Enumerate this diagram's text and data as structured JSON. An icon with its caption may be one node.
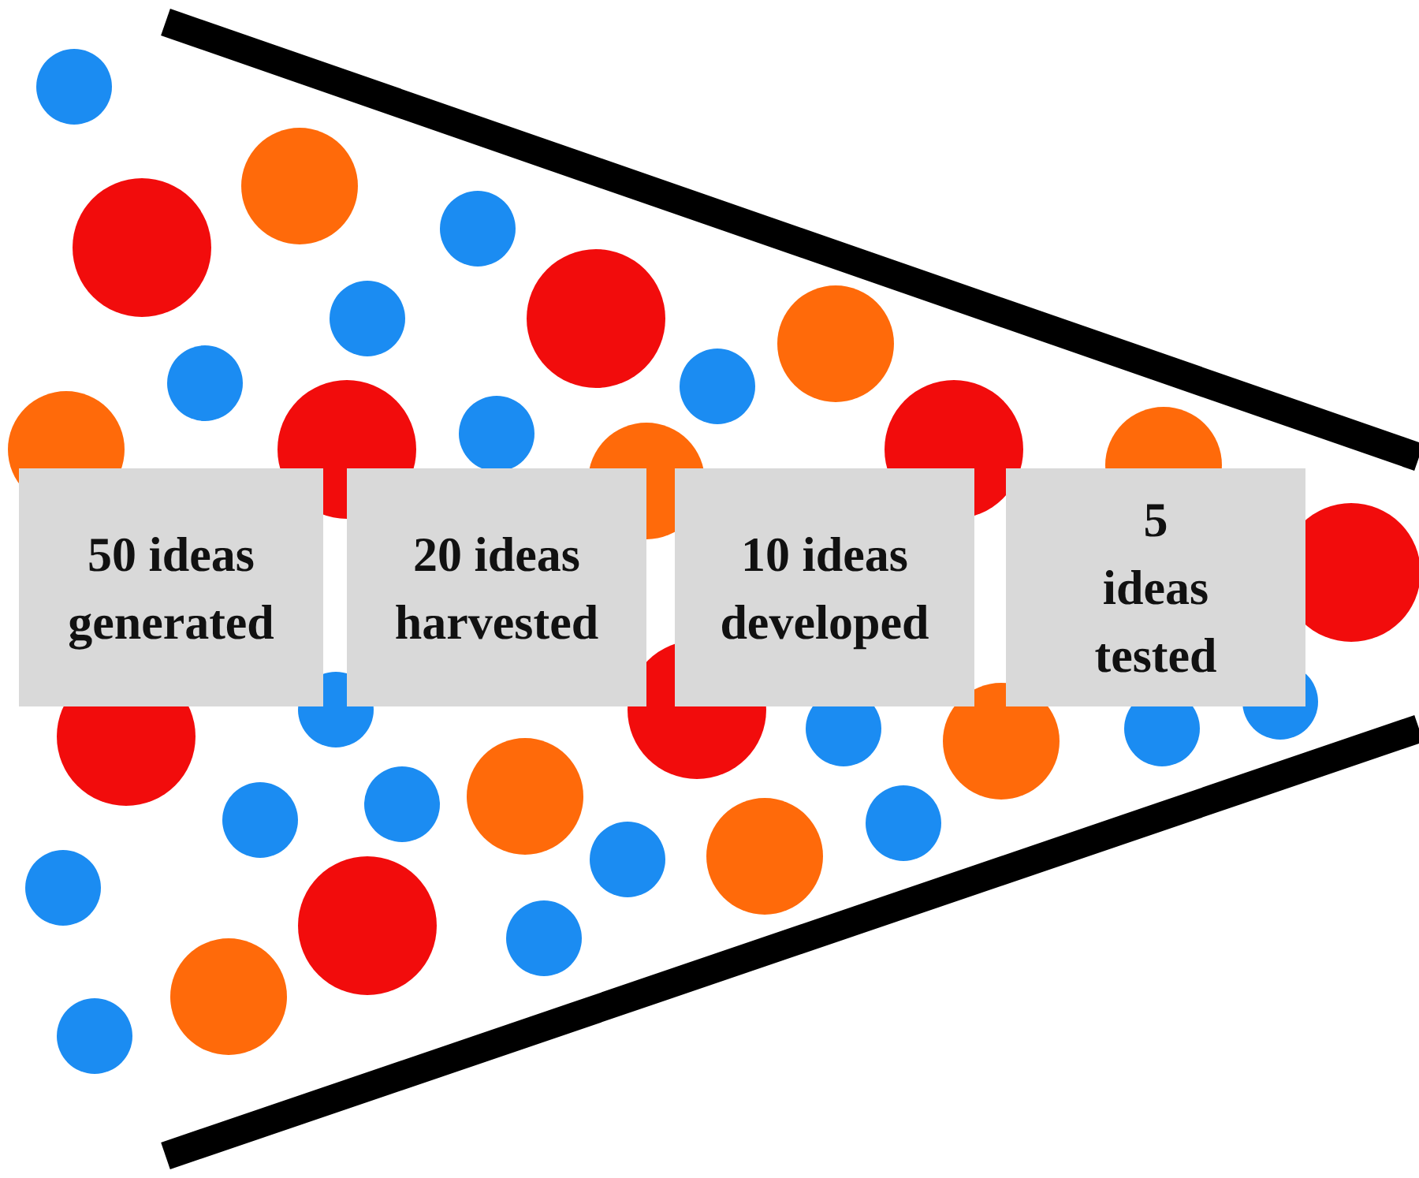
{
  "diagram": {
    "nodes": [
      {
        "text": [
          "50 ideas generated"
        ]
      },
      {
        "text": [
          "20 ideas harvested"
        ]
      },
      {
        "text": [
          "10 ideas developed"
        ]
      },
      {
        "text": [
          "5 ideas tested"
        ]
      }
    ]
  }
}
